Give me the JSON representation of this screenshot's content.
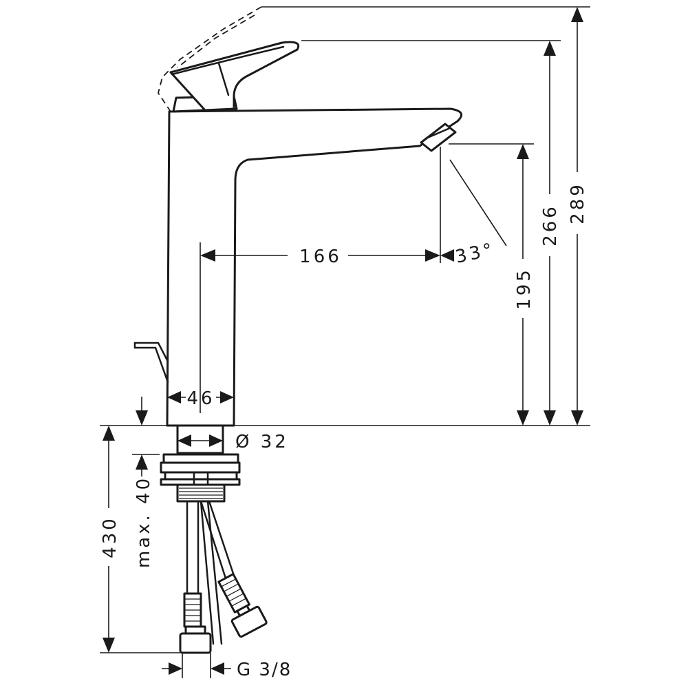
{
  "dimensions": {
    "total_height": "289",
    "lever_height": "266",
    "spout_height": "195",
    "spout_reach": "166",
    "spray_angle": "33°",
    "body_diameter": "46",
    "shank_diameter": "Ø 32",
    "max_thickness": "max. 40",
    "hose_length": "430",
    "connection_thread": "G 3/8"
  }
}
